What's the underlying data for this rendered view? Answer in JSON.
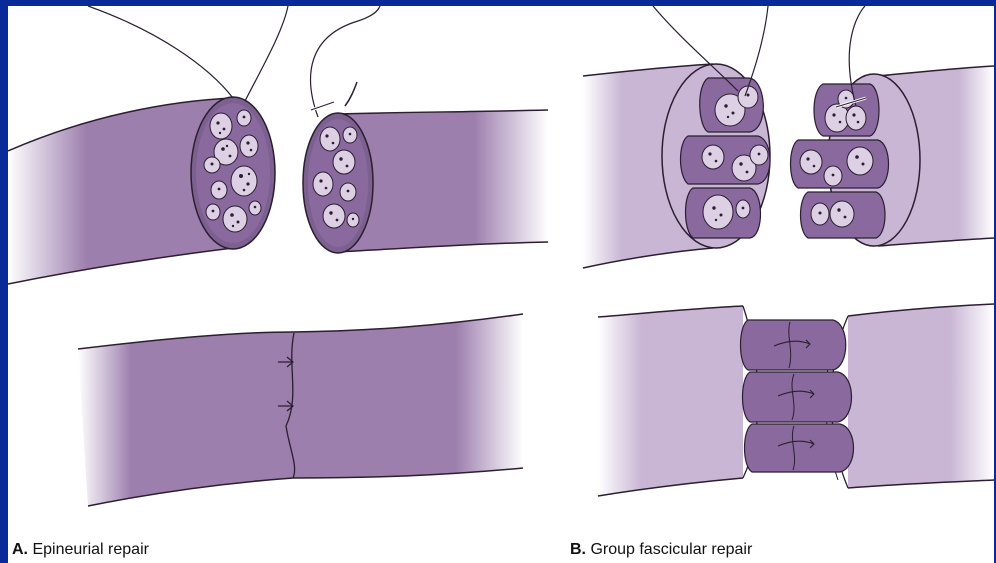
{
  "colors": {
    "frame": "#0a2a9a",
    "nerve_dark": "#9d7fae",
    "nerve_light": "#c9b6d5",
    "fascicle": "#8a6a9e",
    "fascicle_section": "#ddd0e4",
    "outline": "#2a1e30"
  },
  "captions": {
    "a_letter": "A.",
    "a_text": " Epineurial repair",
    "b_letter": "B.",
    "b_text": " Group fascicular repair"
  },
  "icons": [
    "suture-needle-icon",
    "suture-knot-icon"
  ]
}
